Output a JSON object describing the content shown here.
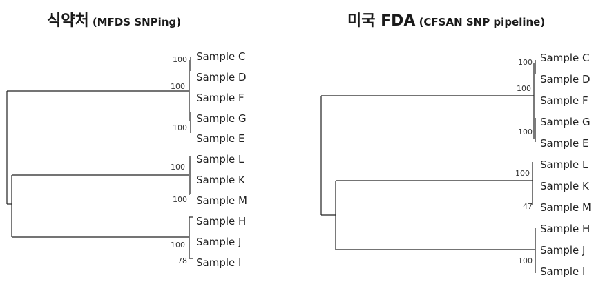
{
  "panels": [
    {
      "title_main": "식약처",
      "title_sub": "(MFDS SNPing)",
      "leaves": [
        "Sample C",
        "Sample D",
        "Sample F",
        "Sample G",
        "Sample E",
        "Sample L",
        "Sample K",
        "Sample M",
        "Sample H",
        "Sample J",
        "Sample I"
      ],
      "supports": [
        "100",
        "100",
        "100",
        "100",
        "100",
        "100",
        "78"
      ]
    },
    {
      "title_main": "미국 FDA",
      "title_sub": "(CFSAN SNP pipeline)",
      "leaves": [
        "Sample C",
        "Sample D",
        "Sample F",
        "Sample G",
        "Sample E",
        "Sample L",
        "Sample K",
        "Sample M",
        "Sample H",
        "Sample J",
        "Sample I"
      ],
      "supports": [
        "100",
        "100",
        "100",
        "100",
        "47",
        "100"
      ]
    }
  ]
}
